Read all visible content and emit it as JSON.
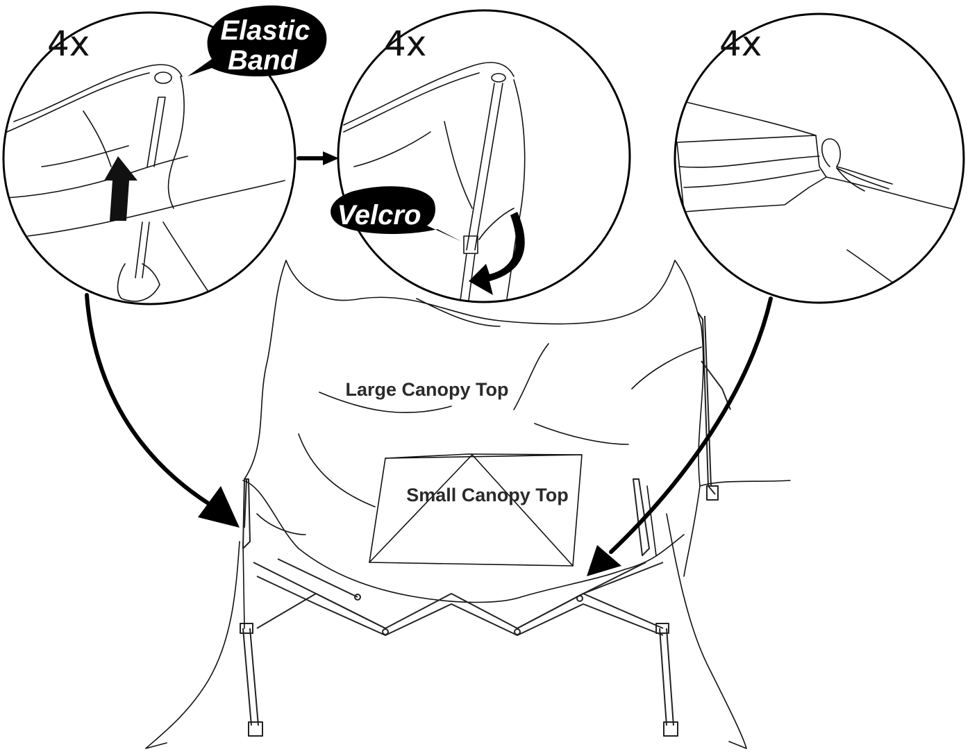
{
  "detail_callouts": [
    {
      "count": "4x",
      "bubble_line1": "Elastic",
      "bubble_line2": "Band"
    },
    {
      "count": "4x",
      "bubble_line1": "Velcro"
    },
    {
      "count": "4x"
    }
  ],
  "labels": {
    "large_canopy": "Large Canopy Top",
    "small_canopy": "Small Canopy Top"
  },
  "colors": {
    "ink": "#000000",
    "background": "#ffffff",
    "bubble_fill": "#000000",
    "bubble_text": "#ffffff"
  }
}
